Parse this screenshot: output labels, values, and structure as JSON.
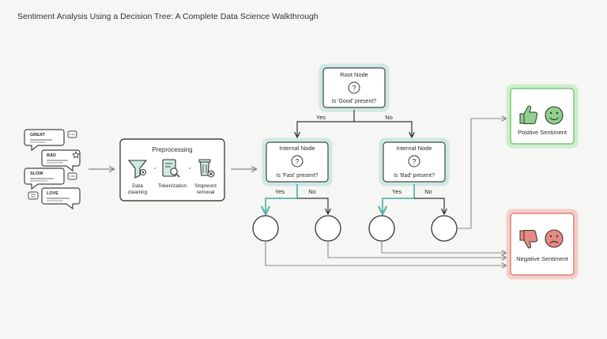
{
  "title": "Sentiment Analysis Using a Decision Tree: A Complete Data Science Walkthrough",
  "input_bubbles": [
    "GREAT",
    "BAD",
    "SLOW",
    "LOVE"
  ],
  "preprocessing": {
    "title": "Preprocessing",
    "steps": [
      {
        "label_lines": [
          "Data",
          "cleaning"
        ],
        "icon": "funnel-gear-icon"
      },
      {
        "label_lines": [
          "Tokenization"
        ],
        "icon": "document-search-icon"
      },
      {
        "label_lines": [
          "Stopword",
          "removal"
        ],
        "icon": "trash-x-icon"
      }
    ]
  },
  "tree": {
    "root": {
      "title": "Root Node",
      "question": "Is 'Good' present?"
    },
    "branch_labels": {
      "yes": "Yes",
      "no": "No"
    },
    "internal_left": {
      "title": "Internal Node",
      "question": "Is 'Fast' present?"
    },
    "internal_right": {
      "title": "Internal Node",
      "question": "Is 'Bad' present?"
    },
    "question_mark": "?"
  },
  "outcomes": {
    "positive": {
      "label": "Positive Sentiment",
      "icons": [
        "thumbs-up-icon",
        "smile-icon"
      ]
    },
    "negative": {
      "label": "Negative Sentiment",
      "icons": [
        "thumbs-down-icon",
        "frown-icon"
      ]
    }
  },
  "colors": {
    "teal": "#6cc3b7",
    "teal_light": "#cfe9e4",
    "green": "#78c777",
    "red": "#e77b73",
    "line": "#9a9a9a",
    "box_border": "#444444"
  }
}
